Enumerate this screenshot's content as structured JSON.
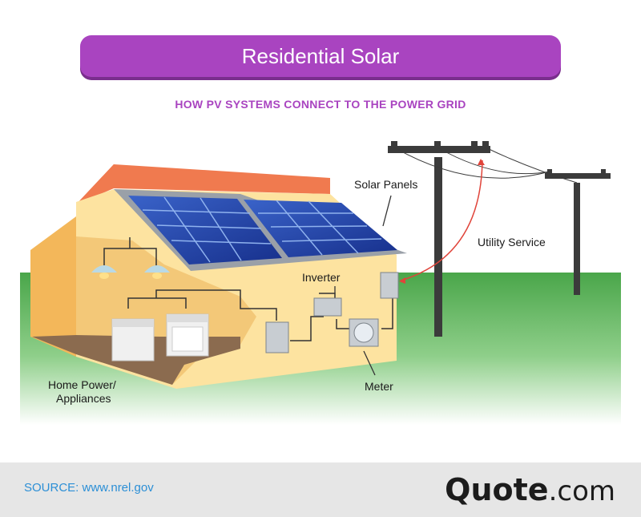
{
  "header": {
    "title": "Residential Solar",
    "subtitle": "HOW PV SYSTEMS CONNECT TO THE POWER GRID"
  },
  "labels": {
    "solar_panels": "Solar Panels",
    "utility_service": "Utility Service",
    "inverter": "Inverter",
    "meter": "Meter",
    "home_power_line1": "Home Power/",
    "home_power_line2": "Appliances"
  },
  "footer": {
    "source": "SOURCE: www.nrel.gov",
    "brand_bold": "Quote",
    "brand_light": ".com"
  },
  "colors": {
    "accent_purple": "#a944c0",
    "source_blue": "#2c8fd6",
    "arrow_red": "#e0443a"
  }
}
